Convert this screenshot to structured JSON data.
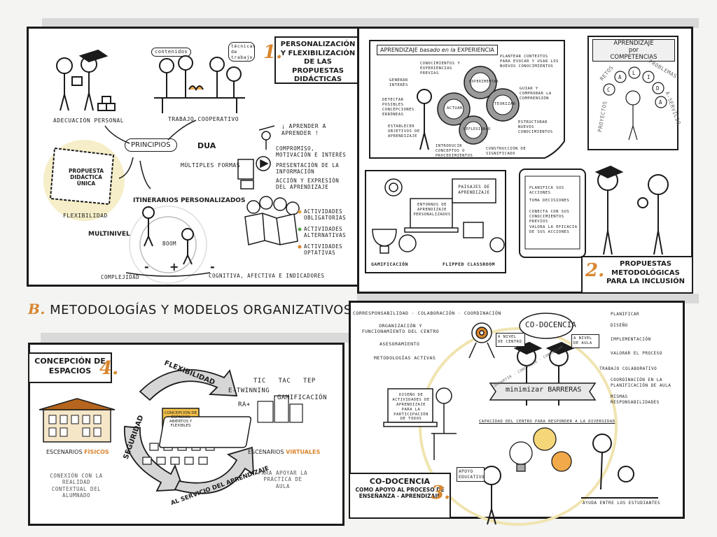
{
  "section1": {
    "number": "1.",
    "title": "PERSONALIZACIÓN Y FLEXIBILIZACIÓN DE LAS PROPUESTAS DIDÁCTICAS",
    "adecuacion": "ADECUACIÓN PERSONAL",
    "trabajo": "TRABAJO COOPERATIVO",
    "contenidos": "contenidos",
    "tecnicas": "técnicas de trabajo",
    "principios": "PRINCIPIOS",
    "dua": "DUA",
    "multiples": "MÚLTIPLES FORMAS",
    "propuesta": "PROPUESTA DIDÁCTICA ÚNICA",
    "flexibilidad": "FLEXIBILIDAD",
    "aprender": "¡ APRENDER A APRENDER !",
    "dua_items": [
      "COMPROMISO, MOTIVACIÓN E INTERÉS",
      "PRESENTACIÓN DE LA INFORMACIÓN",
      "ACCIÓN Y EXPRESIÓN DEL APRENDIZAJE"
    ],
    "itinerarios": "ITINERARIOS PERSONALIZADOS",
    "multinivel": "MULTINIVEL",
    "boom": "BOOM",
    "actividades": [
      "ACTIVIDADES OBLIGATORIAS",
      "ACTIVIDADES ALTERNATIVAS",
      "ACTIVIDADES OPTATIVAS"
    ],
    "complejidad": "COMPLEJIDAD",
    "cognitiva": "COGNITIVA, AFECTIVA E INDICADORES",
    "plus": "+",
    "minus_left": "-",
    "minus_right": "-"
  },
  "section2": {
    "number": "2.",
    "title": "PROPUESTAS METODOLÓGICAS PARA LA INCLUSIÓN",
    "experiencia_title_a": "APRENDIZAJE",
    "experiencia_title_b": "basado en la",
    "experiencia_title_c": "EXPERIENCIA",
    "gears": [
      "EXPERIMENTAR",
      "ACTUAR",
      "TEORIZAR",
      "REFLEXIONAR"
    ],
    "exp_notes": [
      "CONOCIMIENTOS Y EXPERIENCIAS PREVIAS",
      "PLANTEAR CONTEXTOS PARA EVOCAR Y USAR LOS NUEVOS CONOCIMIENTOS",
      "GENERAR INTERÉS",
      "DETECTAR POSIBLES CONCEPCIONES ERRÓNEAS",
      "ESTABLECER OBJETIVOS DE APRENDIZAJE",
      "INTRODUCIR CONCEPTOS O PROCEDIMIENTOS",
      "GUIAR Y COMPROBAR LA COMPRENSIÓN",
      "ESTRUCTURAR NUEVOS CONOCIMIENTOS",
      "CONSTRUCCIÓN DE SIGNIFICADO"
    ],
    "competencias_a": "APRENDIZAJE",
    "competencias_b": "por",
    "competencias_c": "COMPETENCIAS",
    "calidad": [
      "C",
      "A",
      "L",
      "I",
      "D",
      "A",
      "D"
    ],
    "retos": "RETOS",
    "problemas": "PROBLEMAS",
    "servicio": "A-SERVICIO",
    "proyectos": "PROYECTOS",
    "entornos": "ENTORNOS DE APRENDIZAJE PERSONALIZADOS",
    "paisajes": "PAISAJES DE APRENDIZAJE",
    "gamificacion": "GAMIFICACIÓN",
    "flipped": "FLIPPED CLASSROOM",
    "tablet_items": [
      "PLANIFICA SUS ACCIONES",
      "TOMA DECISIONES",
      "CONECTA CON SUS CONOCIMIENTOS PREVIOS",
      "VALORA LA EFICACIA DE SUS ACCIONES"
    ]
  },
  "sectionB": {
    "letter": "B.",
    "title": "METODOLOGÍAS Y MODELOS ORGANIZATIVOS"
  },
  "section3": {
    "number": "3.",
    "title_a": "CO-DOCENCIA",
    "title_b": "COMO APOYO AL PROCESO DE ENSEÑANZA - APRENDIZAJE",
    "corresp": "CORRESPONSABILIDAD · COLABORACIÓN · COORDINACIÓN",
    "left_items": [
      "ORGANIZACIÓN Y FUNCIONAMIENTO DEL CENTRO",
      "ASESORAMIENTO",
      "METODOLOGÍAS ACTIVAS"
    ],
    "codocencia": "CO-DOCENCIA",
    "nivel_centro": "A NIVEL DE CENTRO",
    "nivel_aula": "A NIVEL DE AULA",
    "right_top": [
      "PLANIFICAR",
      "DISEÑO",
      "IMPLEMENTACIÓN",
      "VALORAR EL PROCESO"
    ],
    "right_mid": [
      "TRABAJO COLABORATIVO",
      "COORDINACIÓN EN LA PLANIFICACIÓN DE AULA",
      "MISMAS RESPONSABILIDADES"
    ],
    "minimizar": "minimizar BARRERAS",
    "compartir": "COMPARTIR · CONSTRUIR · COMUNICAR",
    "diseno": "DISEÑO DE ACTIVIDADES DE APRENDIZAJE PARA LA PARTICIPACIÓN DE TODOS",
    "capacidad": "CAPACIDAD DEL CENTRO PARA RESPONDER A LA DIVERSIDAD",
    "apoyo": "APOYO EDUCATIVO",
    "ayuda": "AYUDA ENTRE LOS ESTUDIANTES"
  },
  "section4": {
    "number": "4.",
    "title": "CONCEPCIÓN DE ESPACIOS",
    "flexibilidad": "FLEXIBILIDAD",
    "seguridad": "SEGURIDAD",
    "servicio": "AL SERVICIO DEL APRENDIZAJE",
    "board": "CONCEPCIÓN DE ESPACIOS ABIERTOS Y FLEXIBLES",
    "tic": "TIC   TAC   TEP",
    "etwinning": "E-TWINNING",
    "gamificacion": "GAMIFICACIÓN",
    "ra": "RA+",
    "fisicos_a": "ESCENARIOS",
    "fisicos_b": "FÍSICOS",
    "fisicos_note": "CONEXIÓN CON LA REALIDAD CONTEXTUAL DEL ALUMNADO",
    "virtuales_a": "ESCENARIOS",
    "virtuales_b": "VIRTUALES",
    "virtuales_note": "PARA APOYAR LA PRÁCTICA DE AULA"
  },
  "colors": {
    "accent": "#d9862f",
    "ink": "#1b1b1b",
    "highlight": "#f5eec8",
    "gear": "#8a8a8a"
  }
}
